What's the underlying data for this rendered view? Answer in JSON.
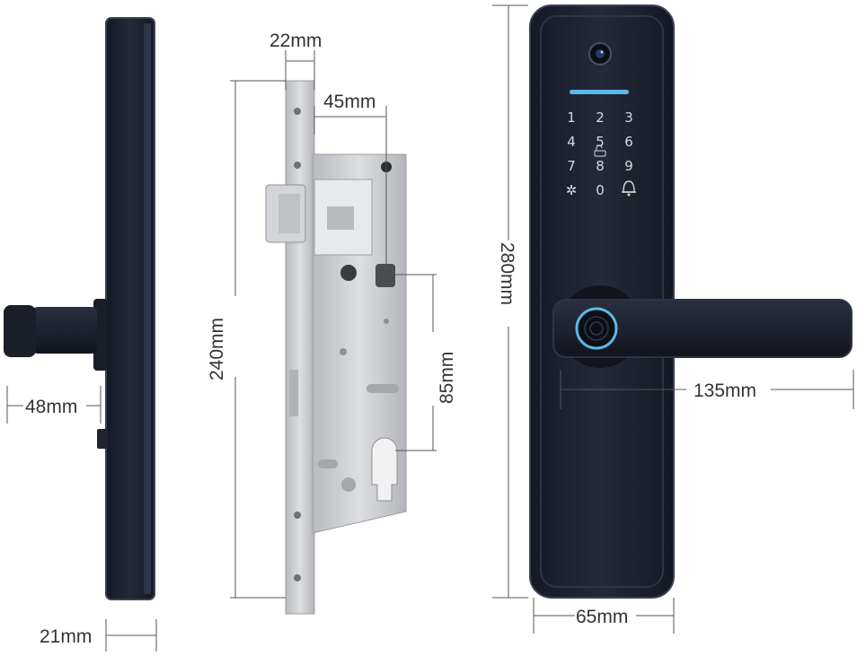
{
  "colors": {
    "background": "#ffffff",
    "lock_body": "#1d2230",
    "lock_edge": "#3a4152",
    "steel": "#c9cbcf",
    "steel_dark": "#8e9196",
    "dimension_line": "#555555",
    "accent_blue": "#5db7e8",
    "key_text": "#d8d8d8"
  },
  "dimensions": {
    "side_handle_width": "48mm",
    "side_thickness": "21mm",
    "mortise_front_width": "22mm",
    "backset": "45mm",
    "mortise_height": "240mm",
    "center_distance": "85mm",
    "lock_height": "280mm",
    "handle_length": "135mm",
    "lock_width": "65mm"
  },
  "keypad": {
    "keys": [
      "1",
      "2",
      "3",
      "4",
      "5",
      "6",
      "7",
      "8",
      "9",
      "*",
      "0",
      "bell"
    ],
    "icons": [
      "camera-icon",
      "keypad-indicator-bar",
      "unlock-icon",
      "bell-icon",
      "fingerprint-icon"
    ]
  }
}
